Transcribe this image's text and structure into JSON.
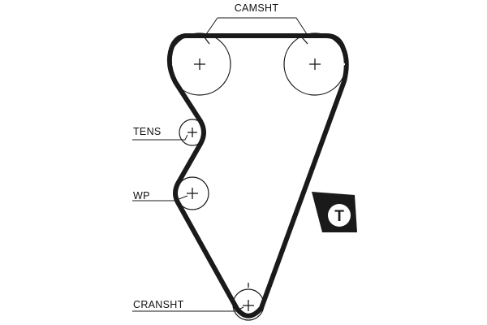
{
  "labels": {
    "camshaft": "CAMSHT",
    "tensioner": "TENS",
    "water_pump": "WP",
    "crankshaft": "CRANSHT"
  },
  "badge": {
    "letter": "T"
  },
  "colors": {
    "ink": "#1a1a1a",
    "background": "#ffffff"
  },
  "icons": {
    "pulley_center_mark": "plus-icon",
    "direction_badge": "timing-mark-badge-icon"
  }
}
